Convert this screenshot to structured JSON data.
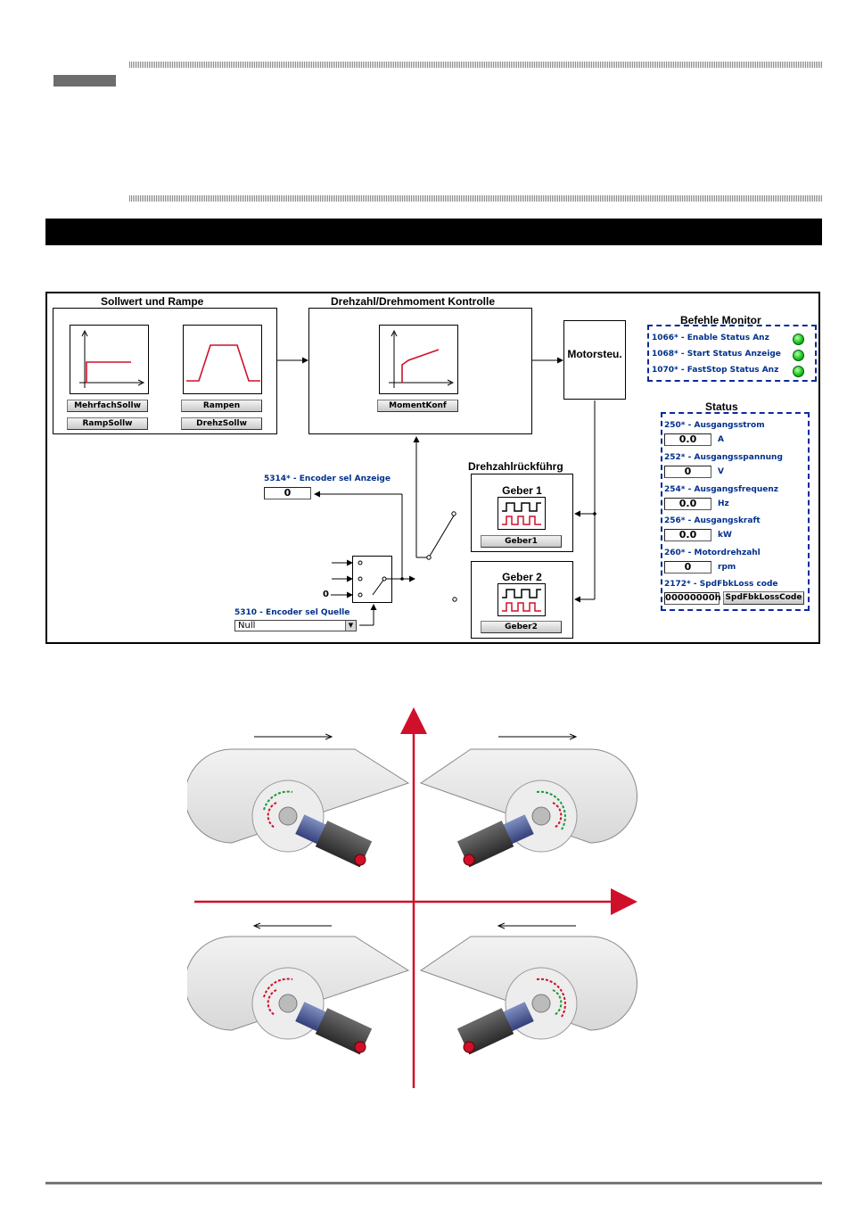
{
  "diagram": {
    "sollwert_title": "Sollwert und Rampe",
    "drehzahl_title": "Drehzahl/Drehmoment Kontrolle",
    "motorsteu": "Motorsteu.",
    "feedback_title": "Drehzahlrückführg",
    "geber1_title": "Geber 1",
    "geber2_title": "Geber 2",
    "buttons": {
      "mehrfach": "MehrfachSollw",
      "rampsollw": "RampSollw",
      "rampen": "Rampen",
      "drehzsollw": "DrehzSollw",
      "momentkonf": "MomentKonf",
      "geber1": "Geber1",
      "geber2": "Geber2",
      "spdfbk": "SpdFbkLossCode"
    },
    "encoder_sel_anzeige": {
      "label": "5314* - Encoder sel Anzeige",
      "value": "0"
    },
    "encoder_sel_quelle": {
      "label": "5310 - Encoder sel Quelle",
      "value": "Null"
    },
    "switch_zero_label": "0",
    "befehle": {
      "title": "Befehle Monitor",
      "items": [
        {
          "label": "1066* - Enable Status Anz",
          "led": "#19c619"
        },
        {
          "label": "1068* - Start Status Anzeige",
          "led": "#19c619"
        },
        {
          "label": "1070* - FastStop Status Anz",
          "led": "#19c619"
        }
      ]
    },
    "status": {
      "title": "Status",
      "items": [
        {
          "label": "250* - Ausgangsstrom",
          "value": "0.0",
          "unit": "A"
        },
        {
          "label": "252* - Ausgangsspannung",
          "value": "0",
          "unit": "V"
        },
        {
          "label": "254* - Ausgangsfrequenz",
          "value": "0.0",
          "unit": "Hz"
        },
        {
          "label": "256* - Ausgangskraft",
          "value": "0.0",
          "unit": "kW"
        },
        {
          "label": "260* - Motordrehzahl",
          "value": "0",
          "unit": "rpm"
        }
      ],
      "loss_code": {
        "label": "2172* - SpdFbkLoss code",
        "value": "00000000h"
      }
    }
  },
  "colors": {
    "accent_red": "#d0102a",
    "label_blue": "#00308c",
    "dash_blue": "#0a2a9c"
  }
}
